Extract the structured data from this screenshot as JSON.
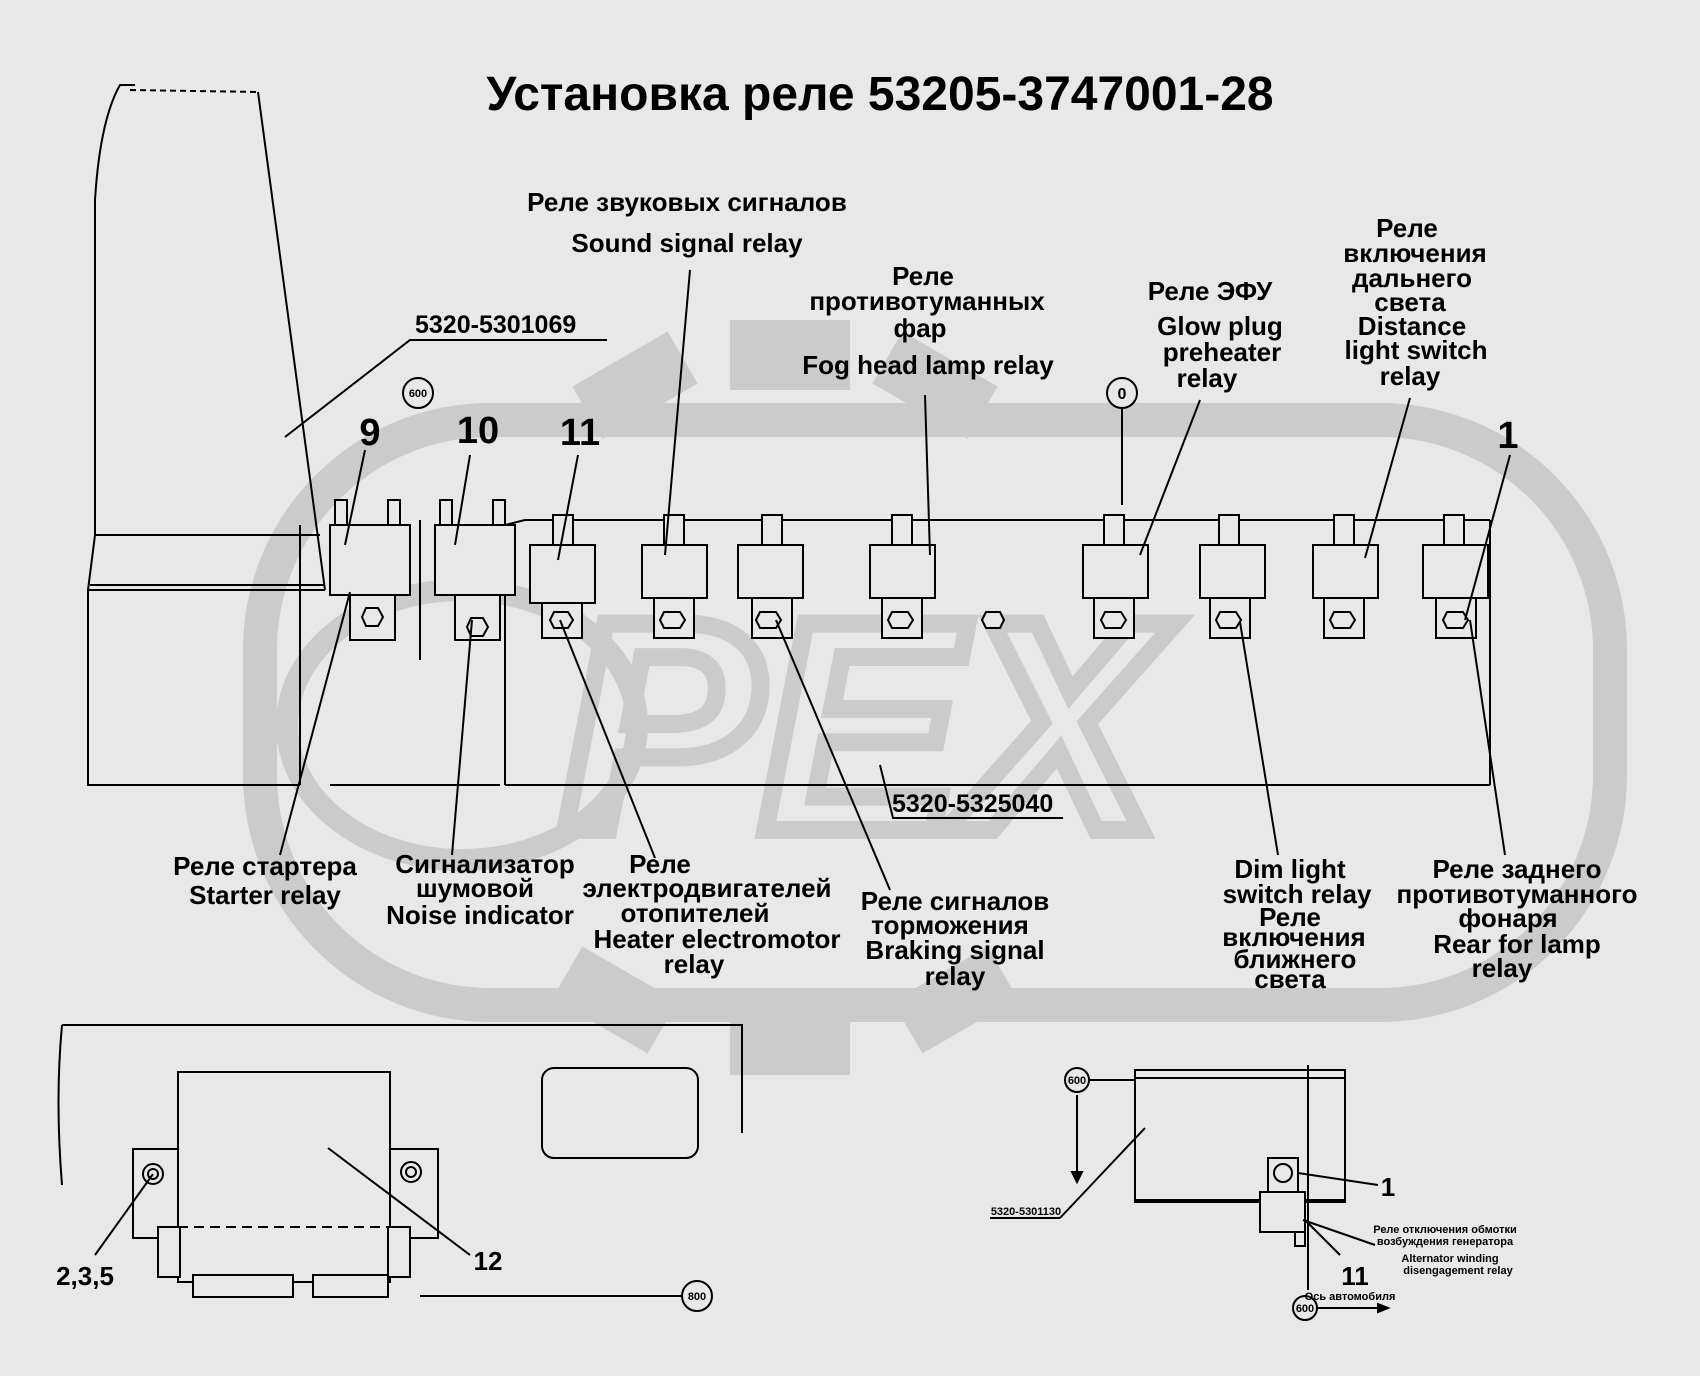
{
  "title": "Установка реле 53205-3747001-28",
  "watermark": "РЕХ",
  "part_codes": {
    "harness_a": "5320-5301069",
    "block": "5320-5325040",
    "harness_b": "5320-5301130"
  },
  "dimensions": {
    "d600_top": "600",
    "d0": "0",
    "d800": "800",
    "d600_small_left": "600",
    "d600_small_bottom": "600"
  },
  "position_numbers": {
    "n9": "9",
    "n10": "10",
    "n11": "11",
    "n1": "1",
    "n12": "12",
    "n235": "2,3,5",
    "n1_small": "1",
    "n11_small": "11"
  },
  "labels": {
    "sound_ru": "Реле звуковых сигналов",
    "sound_en": "Sound signal relay",
    "fog_ru1": "Реле",
    "fog_ru2": "противотуманных",
    "fog_ru3": "фар",
    "fog_en": "Fog head lamp relay",
    "efu_ru": "Реле ЭФУ",
    "efu_en1": "Glow plug",
    "efu_en2": "preheater",
    "efu_en3": "relay",
    "dist_ru1": "Реле",
    "dist_ru2": "включения",
    "dist_ru3": "дальнего",
    "dist_ru4": "света",
    "dist_en1": "Distance",
    "dist_en2": "light switch",
    "dist_en3": "relay",
    "starter_ru": "Реле стартера",
    "starter_en": "Starter relay",
    "noise_ru1": "Сигнализатор",
    "noise_ru2": "шумовой",
    "noise_en": "Noise indicator",
    "heater_ru1": "Реле",
    "heater_ru2": "электродвигателей",
    "heater_ru3": "отопителей",
    "heater_en1": "Heater electromotor",
    "heater_en2": "relay",
    "brake_ru1": "Реле сигналов",
    "brake_ru2": "торможения",
    "brake_en1": "Braking signal",
    "brake_en2": "relay",
    "dim_en1": "Dim light",
    "dim_en2": "switch relay",
    "dim_ru1": "Реле",
    "dim_ru2": "включения",
    "dim_ru3": "ближнего",
    "dim_ru4": "света",
    "rear_ru1": "Реле заднего",
    "rear_ru2": "противотуманного",
    "rear_ru3": "фонаря",
    "rear_en1": "Rear for lamp",
    "rear_en2": "relay",
    "alt_ru1": "Реле отключения  обмотки",
    "alt_ru2": "возбуждения генератора",
    "alt_en1": "Alternator winding",
    "alt_en2": "disengagement relay",
    "axis": "Ось автомобиля"
  }
}
